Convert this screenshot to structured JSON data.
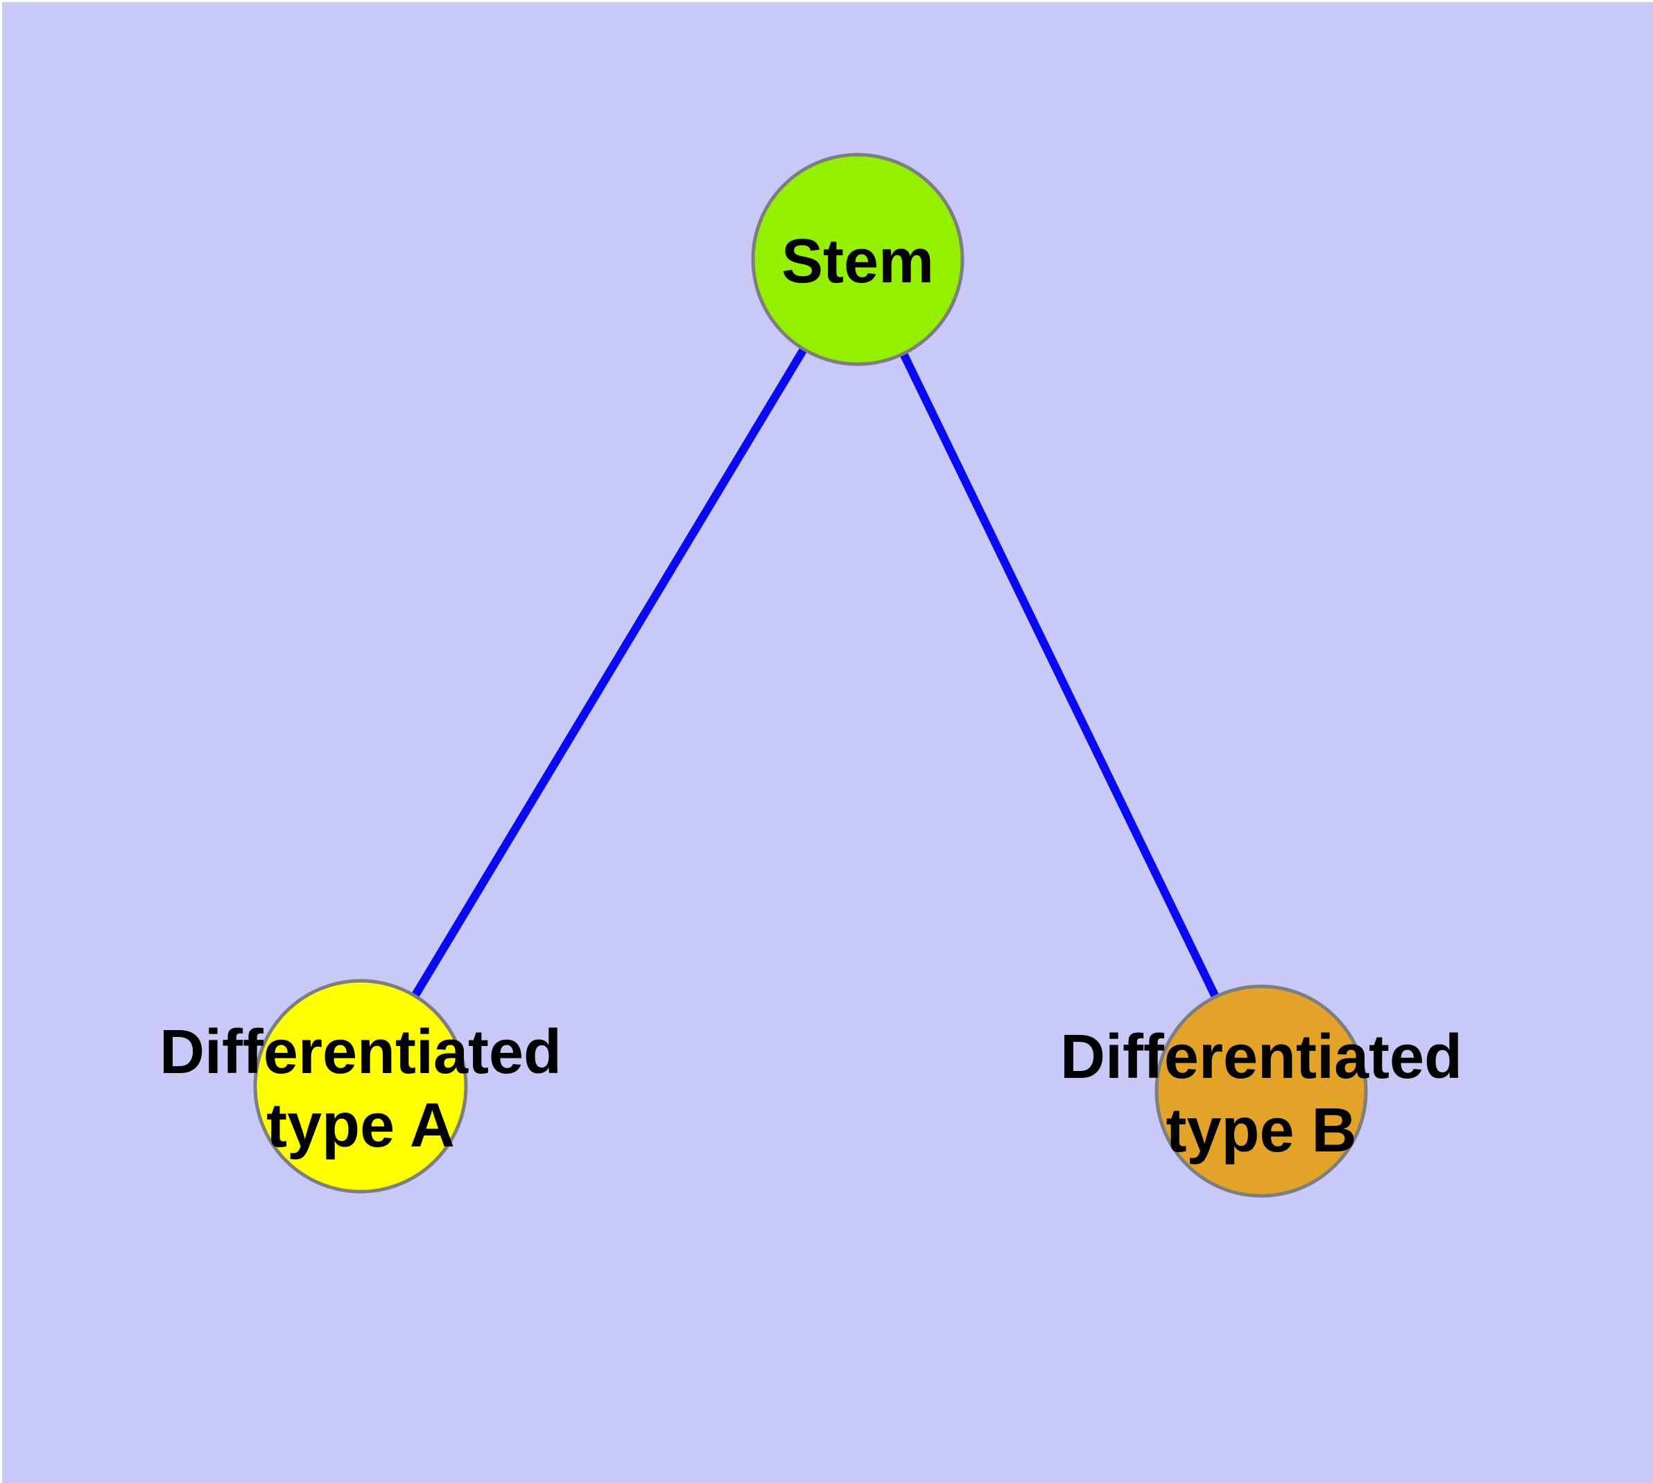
{
  "diagram": {
    "type": "graph",
    "background_color": "#c9c9f8",
    "canvas_edge_color": "#ffffff",
    "edge_color": "#0909f5",
    "node_border_color": "#7e7e7e",
    "text_color": "#000000",
    "nodes": [
      {
        "id": "stem",
        "label": "Stem",
        "label_lines": [
          "Stem"
        ],
        "fill": "#95f000"
      },
      {
        "id": "differentiated-type-a",
        "label": "Differentiated type A",
        "label_lines": [
          "Differentiated",
          "type A"
        ],
        "fill": "#ffff00"
      },
      {
        "id": "differentiated-type-b",
        "label": "Differentiated type B",
        "label_lines": [
          "Differentiated",
          "type B"
        ],
        "fill": "#e3a228"
      }
    ],
    "edges": [
      {
        "from": "Stem",
        "to": "Differentiated type A"
      },
      {
        "from": "Stem",
        "to": "Differentiated type B"
      }
    ]
  }
}
